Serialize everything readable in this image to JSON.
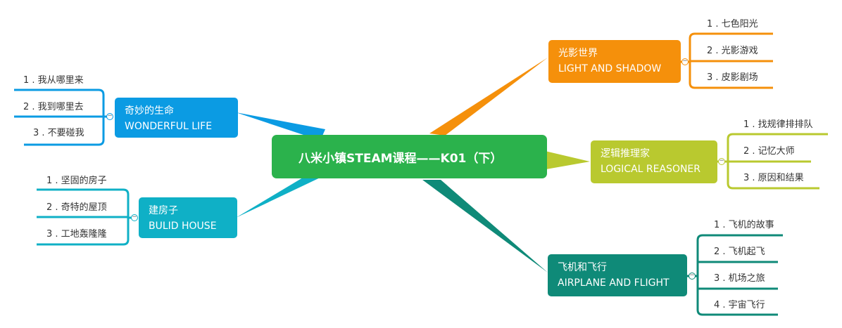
{
  "root": {
    "title": "八米小镇STEAM课程——K01（下）",
    "color": "#2bb24c"
  },
  "topics": {
    "wonderful": {
      "zh": "奇妙的生命",
      "en": "WONDERFUL LIFE",
      "color": "#0b9be3",
      "children": [
        "1 . 我从哪里来",
        "2 . 我到哪里去",
        "3 . 不要碰我"
      ]
    },
    "house": {
      "zh": "建房子",
      "en": "BULID HOUSE",
      "color": "#0fb0c6",
      "children": [
        "1 . 坚固的房子",
        "2 . 奇特的屋顶",
        "3 . 工地轰隆隆"
      ]
    },
    "light": {
      "zh": "光影世界",
      "en": "LIGHT AND SHADOW",
      "color": "#f5900b",
      "children": [
        "1 . 七色阳光",
        "2 . 光影游戏",
        "3 . 皮影剧场"
      ]
    },
    "logic": {
      "zh": "逻辑推理家",
      "en": "LOGICAL REASONER",
      "color": "#b9c92f",
      "children": [
        "1 . 找规律排排队",
        "2 . 记忆大师",
        "3 . 原因和结果"
      ]
    },
    "flight": {
      "zh": "飞机和飞行",
      "en": "AIRPLANE AND FLIGHT",
      "color": "#0f8a78",
      "children": [
        "1 . 飞机的故事",
        "2 . 飞机起飞",
        "3 . 机场之旅",
        "4 . 宇宙飞行"
      ]
    }
  },
  "toggle_symbol": "−"
}
